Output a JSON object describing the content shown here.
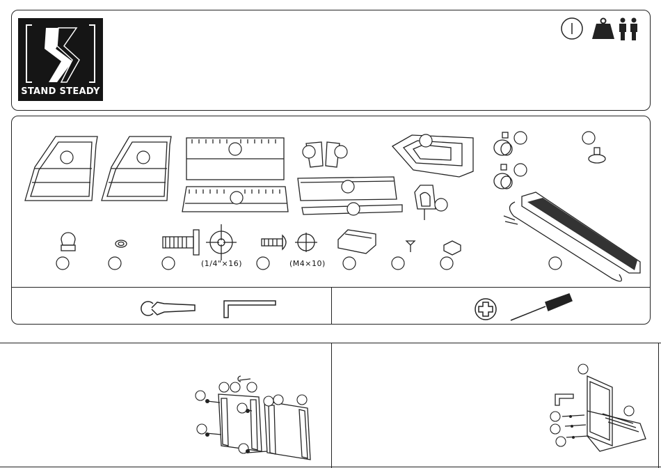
{
  "brand": {
    "name": "STAND STEADY"
  },
  "hardware_sizes": {
    "bolt_size": "(1/4\"×16)",
    "screw_size": "(M4×10)"
  },
  "icons": {
    "header": [
      "info-circle-icon",
      "weight-icon",
      "two-person-icon"
    ],
    "tools_left": [
      "wrench-icon",
      "hex-key-icon"
    ],
    "tools_right": [
      "phillips-icon",
      "screwdriver-icon"
    ]
  },
  "colors": {
    "ink": "#222222",
    "logo_bg": "#151515"
  }
}
